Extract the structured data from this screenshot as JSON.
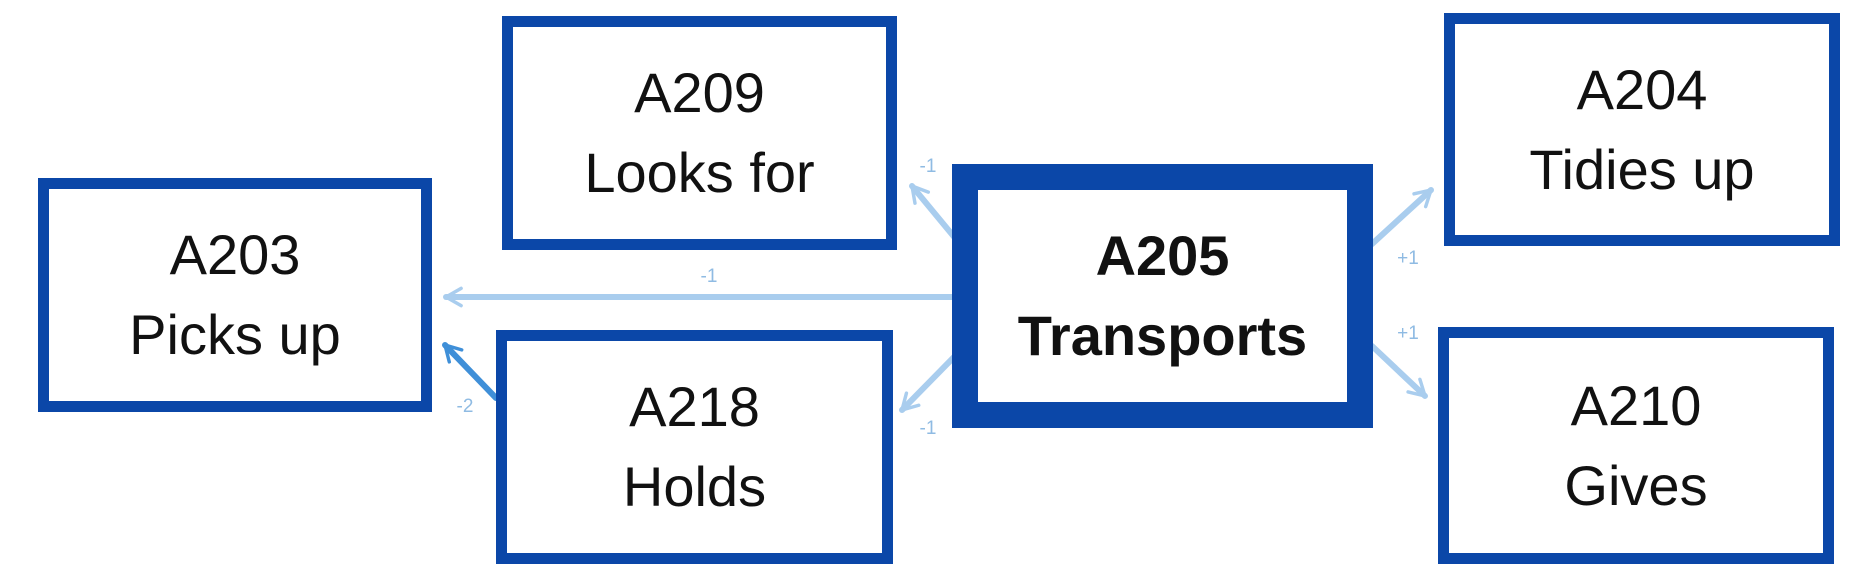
{
  "colors": {
    "border": "#0b47a8",
    "arrow": "#a9cdee",
    "arrow_strong": "#3f8fd8",
    "label": "#8fbbe3"
  },
  "nodes": {
    "a203": {
      "code": "A203",
      "label": "Picks up"
    },
    "a209": {
      "code": "A209",
      "label": "Looks for"
    },
    "a218": {
      "code": "A218",
      "label": "Holds"
    },
    "a205": {
      "code": "A205",
      "label": "Transports"
    },
    "a204": {
      "code": "A204",
      "label": "Tidies up"
    },
    "a210": {
      "code": "A210",
      "label": "Gives"
    }
  },
  "edges": {
    "a205_a203": {
      "from": "A205",
      "to": "A203",
      "label": "-1"
    },
    "a205_a209": {
      "from": "A205",
      "to": "A209",
      "label": "-1"
    },
    "a205_a218": {
      "from": "A205",
      "to": "A218",
      "label": "-1"
    },
    "a218_a203": {
      "from": "A218",
      "to": "A203",
      "label": "-2"
    },
    "a205_a204": {
      "from": "A205",
      "to": "A204",
      "label": "+1"
    },
    "a205_a210": {
      "from": "A205",
      "to": "A210",
      "label": "+1"
    }
  }
}
